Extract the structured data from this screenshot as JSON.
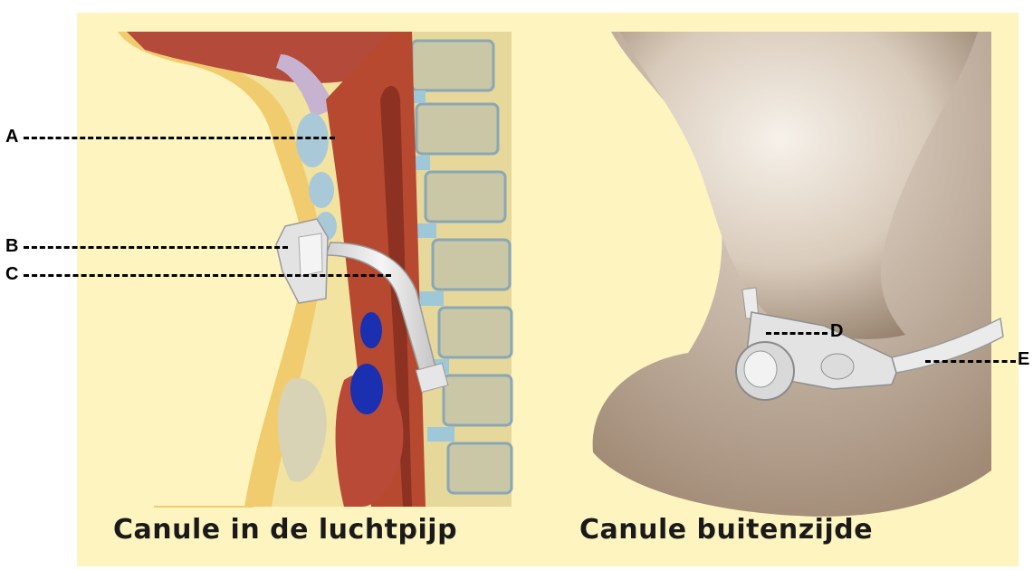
{
  "left_panel": {
    "caption": "Canule in de luchtpijp"
  },
  "right_panel": {
    "caption": "Canule buitenzijde"
  },
  "labels": {
    "a": "A",
    "b": "B",
    "c": "C",
    "d": "D",
    "e": "E"
  },
  "colors": {
    "background": "#fdf4bf",
    "trachea": "#b6492f",
    "skin": "#f1cc6e",
    "bone": "#c9c7a6",
    "disc": "#9ec8d8",
    "tube": "#e3e3e3",
    "vein": "#1b2fb1",
    "neck": "#c8b8a2"
  }
}
